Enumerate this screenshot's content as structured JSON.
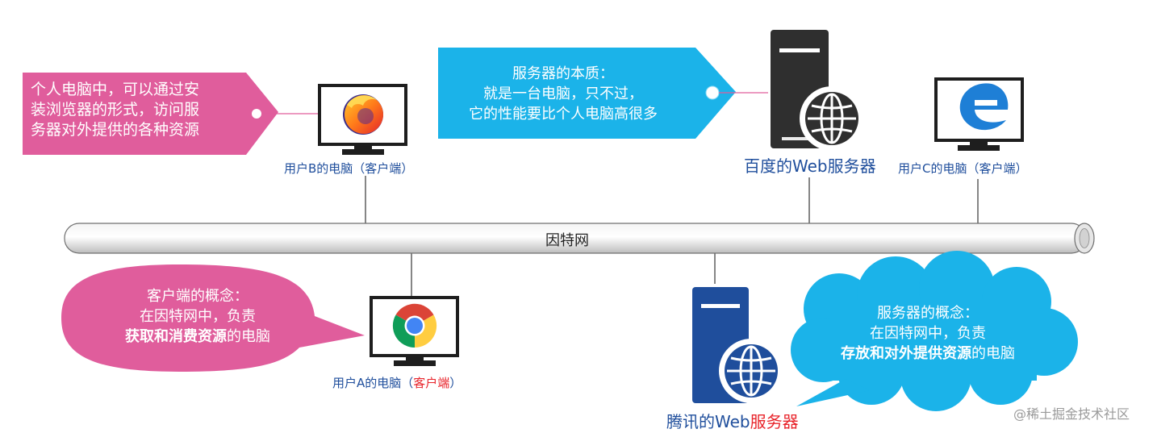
{
  "internet": {
    "label": "因特网"
  },
  "clients": {
    "b": {
      "caption": "用户B的电脑（客户端）"
    },
    "c": {
      "caption": "用户C的电脑（客户端）"
    },
    "a": {
      "caption_prefix": "用户A的电脑（",
      "caption_highlight": "客户端",
      "caption_suffix": "）"
    }
  },
  "servers": {
    "baidu": {
      "caption": "百度的Web服务器"
    },
    "tencent": {
      "caption_prefix": "腾讯的Web",
      "caption_highlight": "服务器"
    }
  },
  "callouts": {
    "client_access": {
      "lines": [
        "个人电脑中，可以通过安",
        "装浏览器的形式，访问服",
        "务器对外提供的各种资源"
      ]
    },
    "server_essence": {
      "lines": [
        "服务器的本质：",
        "就是一台电脑，只不过，",
        "它的性能要比个人电脑高很多"
      ]
    },
    "client_concept": {
      "line1": "客户端的概念：",
      "line2": "在因特网中，负责",
      "line3_bold": "获取和消费资源",
      "line3_rest": "的电脑"
    },
    "server_concept": {
      "line1": "服务器的概念：",
      "line2": "在因特网中，负责",
      "line3_bold": "存放和对外提供资源",
      "line3_rest": "的电脑"
    }
  },
  "watermark": "@稀土掘金技术社区",
  "colors": {
    "pink": "#e05d9c",
    "blue": "#1bb3e9",
    "navy": "#1f4e9c",
    "dark_server": "#2f2f2f",
    "highlight_red": "#e8232a"
  },
  "icons": [
    "firefox-icon",
    "edge-icon",
    "chrome-icon",
    "globe-icon"
  ]
}
